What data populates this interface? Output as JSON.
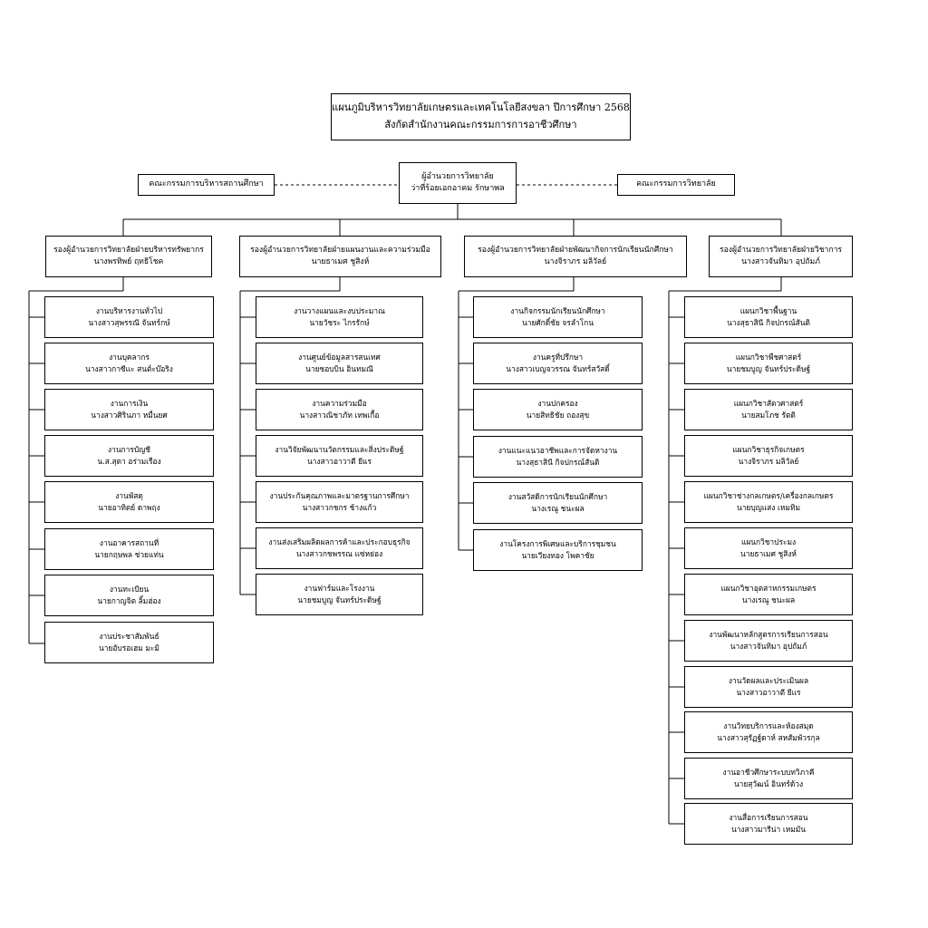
{
  "title": {
    "line1": "แผนภูมิบริหารวิทยาลัยเกษตรและเทคโนโลยีสงขลา ปีการศึกษา 2568",
    "line2": "สังกัดสำนักงานคณะกรรมการการอาชีวศึกษา"
  },
  "director": {
    "role": "ผู้อำนวยการวิทยาลัย",
    "name": "ว่าที่ร้อยเอกอาคม รักษาพล"
  },
  "left_council": "คณะกรรมการบริหารสถานศึกษา",
  "right_council": "คณะกรรมการวิทยาลัย",
  "deputies": [
    {
      "role": "รองผู้อำนวยการวิทยาลัยฝ่ายบริหารทรัพยากร",
      "name": "นางพรทิพย์ ฤทธิโชค",
      "units": [
        {
          "unit": "งานบริหารงานทั่วไป",
          "person": "นางสาวสุพรรณี จันทร์กษ์"
        },
        {
          "unit": "งานบุคลากร",
          "person": "นางสาวกาซีแะ สนต์ะบ๊อริง"
        },
        {
          "unit": "งานการเงิน",
          "person": "นางสาวศิรินภา หมื่นยศ"
        },
        {
          "unit": "งานการบัญชี",
          "person": "น.ส.สุดา อร่ามเรือง"
        },
        {
          "unit": "งานพัสดุ",
          "person": "นายอาทิตย์ ดาพฤง"
        },
        {
          "unit": "งานอาคารสถานที่",
          "person": "นายกฤษพล ช่วยแท่น"
        },
        {
          "unit": "งานทะเบียน",
          "person": "นายกาญจิต ลิ้มฮ่อง"
        },
        {
          "unit": "งานประชาสัมพันธ์",
          "person": "นายอับรอเฮม มะมิ"
        }
      ]
    },
    {
      "role": "รองผู้อำนวยการวิทยาลัยฝ่ายแผนงานและความร่วมมือ",
      "name": "นายธาเมศ ชูสิงห์",
      "units": [
        {
          "unit": "งานวางแผนและงบประมาณ",
          "person": "นายวัชระ ไกรรักษ์"
        },
        {
          "unit": "งานศูนย์ข้อมูลสารสนเทศ",
          "person": "นายซอบบิน อินทมณี"
        },
        {
          "unit": "งานความร่วมมือ",
          "person": "นางสาวณิชาภัท เทพเกื้อ"
        },
        {
          "unit": "งานวิจัยพัฒนานวัตกรรมและสิ่งประดิษฐ์",
          "person": "นางสาวอาวาตี ยีแร"
        },
        {
          "unit": "งานประกันคุณภาพและมาตรฐานการศึกษา",
          "person": "นางสาวกชกร ช้างแก้ว"
        },
        {
          "unit": "งานส่งเสริมผลิตผลการค้าและประกอบธุรกิจ",
          "person": "นางสาวกชพรรณ แซ่หย่อง"
        },
        {
          "unit": "งานฟาร์มและโรงงาน",
          "person": "นายชมบูญ จันทร์ประดิษฐ์"
        }
      ]
    },
    {
      "role": "รองผู้อำนวยการวิทยาลัยฝ่ายพัฒนากิจการนักเรียนนักศึกษา",
      "name": "นางจิราภร มลิวัลย์",
      "units": [
        {
          "unit": "งานกิจกรรมนักเรียนนักศึกษา",
          "person": "นายศักดิ์ชัย จรลำโกน"
        },
        {
          "unit": "งานครูที่ปรึกษา",
          "person": "นางสาวเบญจวรรณ จันทร์สวัสดิ์"
        },
        {
          "unit": "งานปกครอง",
          "person": "นายสิทธิชัย ถองสุข"
        },
        {
          "unit": "งานแนะแนวอาชีพและการจัดหางาน",
          "person": "นางสุธาสินี กิจปกรณ์สันติ"
        },
        {
          "unit": "งานสวัสดิการนักเรียนนักศึกษา",
          "person": "นางเรณู ชนะผล"
        },
        {
          "unit": "งานโครงการพิเศษและบริการชุมชน",
          "person": "นายเวียงทอง โพคาชัย"
        }
      ]
    },
    {
      "role": "รองผู้อำนวยการวิทยาลัยฝ่ายวิชาการ",
      "name": "นางสาวจันทิมา อุปถัมภ์",
      "units": [
        {
          "unit": "แผนกวิชาพื้นฐาน",
          "person": "นางสุธาสินี กิจปกรณ์สันติ"
        },
        {
          "unit": "แผนกวิชาพืชศาสตร์",
          "person": "นายชมบูญ จันทร์ประดิษฐ์"
        },
        {
          "unit": "แผนกวิชาสัตวศาสตร์",
          "person": "นายสมโภช รัตติ"
        },
        {
          "unit": "แผนกวิชาธุรกิจเกษตร",
          "person": "นางจิราภร มลิวัลย์"
        },
        {
          "unit": "แผนกวิชาช่างกลเกษตร/เครื่องกลเกษตร",
          "person": "นายบุญแสง เหมทิม"
        },
        {
          "unit": "แผนกวิชาประมง",
          "person": "นายธาเมศ ชูสิงห์"
        },
        {
          "unit": "แผนกวิชาอุตสาหกรรมเกษตร",
          "person": "นางเรณู ชนะผล"
        },
        {
          "unit": "งานพัฒนาหลักสูตรการเรียนการสอน",
          "person": "นางสาวจันทิมา อุปถัมภ์"
        },
        {
          "unit": "งานวัดผลและประเมินผล",
          "person": "นางสาวอาวาตี ยีแร"
        },
        {
          "unit": "งานวิทยบริการและห้องสมุด",
          "person": "นางสาวสุรัฏฐ์ดาห์ สหสัมพัวรกุล"
        },
        {
          "unit": "งานอาชีวศึกษาระบบทวิภาคี",
          "person": "นายสุวัฒน์ อินทร์ด้วง"
        },
        {
          "unit": "งานสื่อการเรียนการสอน",
          "person": "นางสาวมารีน่า เหมมัน"
        }
      ]
    }
  ]
}
